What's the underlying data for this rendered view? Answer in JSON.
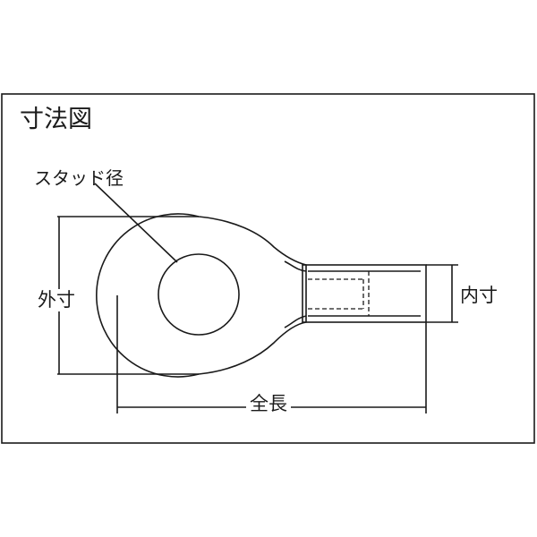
{
  "diagram": {
    "title": "寸法図",
    "labels": {
      "stud_diameter": "スタッド径",
      "outer_dimension": "外寸",
      "inner_dimension": "内寸",
      "total_length": "全長"
    }
  },
  "colors": {
    "line": "#1a1a1a",
    "background": "#ffffff"
  }
}
